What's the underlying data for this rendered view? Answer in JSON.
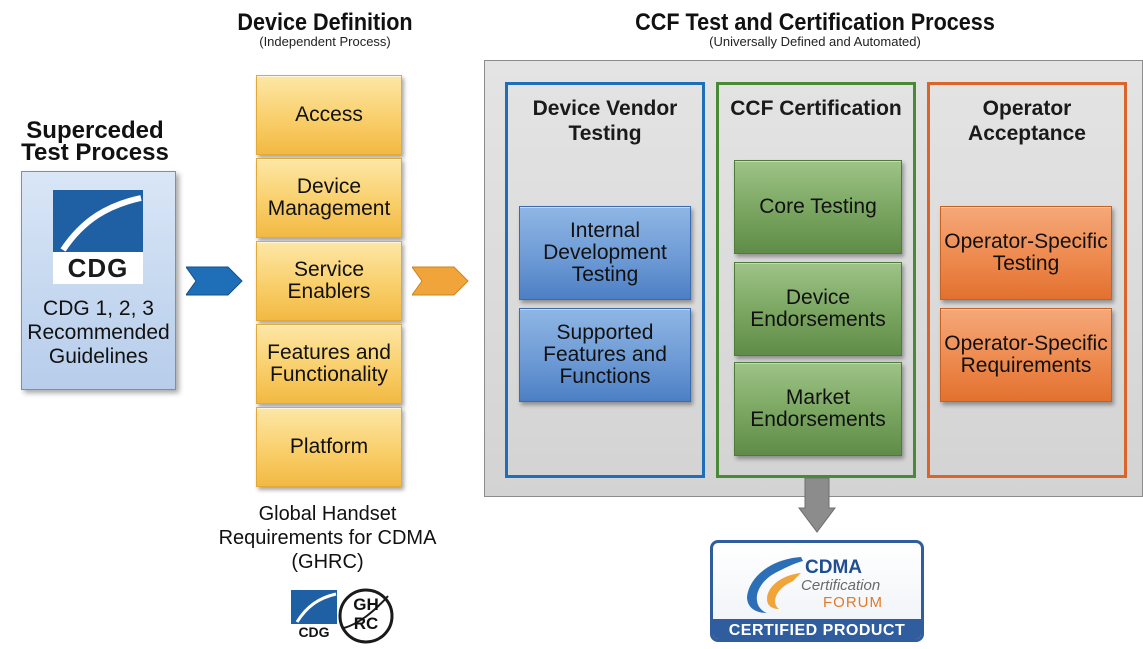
{
  "superceded": {
    "title": "Superceded Test Process",
    "logo_text": "CDG",
    "box_text": "CDG 1, 2, 3 Recommended Guidelines"
  },
  "device_definition": {
    "title": "Device Definition",
    "subtitle": "(Independent Process)",
    "items": [
      "Access",
      "Device Management",
      "Service Enablers",
      "Features and Functionality",
      "Platform"
    ],
    "caption": "Global Handset Requirements for CDMA (GHRC)",
    "logo_cdg": "CDG",
    "logo_ghrc_top": "GH",
    "logo_ghrc_bottom": "RC"
  },
  "ccf": {
    "title": "CCF Test and Certification Process",
    "subtitle": "(Universally Defined and Automated)",
    "vendor": {
      "header": "Device Vendor Testing",
      "items": [
        "Internal Development Testing",
        "Supported Features and Functions"
      ]
    },
    "certification": {
      "header": "CCF Certification",
      "items": [
        "Core Testing",
        "Device Endorsements",
        "Market Endorsements"
      ]
    },
    "operator": {
      "header": "Operator Acceptance",
      "items": [
        "Operator-Specific Testing",
        "Operator-Specific Requirements"
      ]
    }
  },
  "badge": {
    "cdma": "CDMA",
    "certification": "Certification",
    "forum": "FORUM",
    "label": "CERTIFIED PRODUCT"
  },
  "colors": {
    "vendor_border": "#1f6fb8",
    "cert_border": "#4a8a35",
    "operator_border": "#d9652a",
    "arrow_blue": "#1f6fb8",
    "arrow_orange": "#f0a43a",
    "panel_bg": "#d9d9d9"
  }
}
